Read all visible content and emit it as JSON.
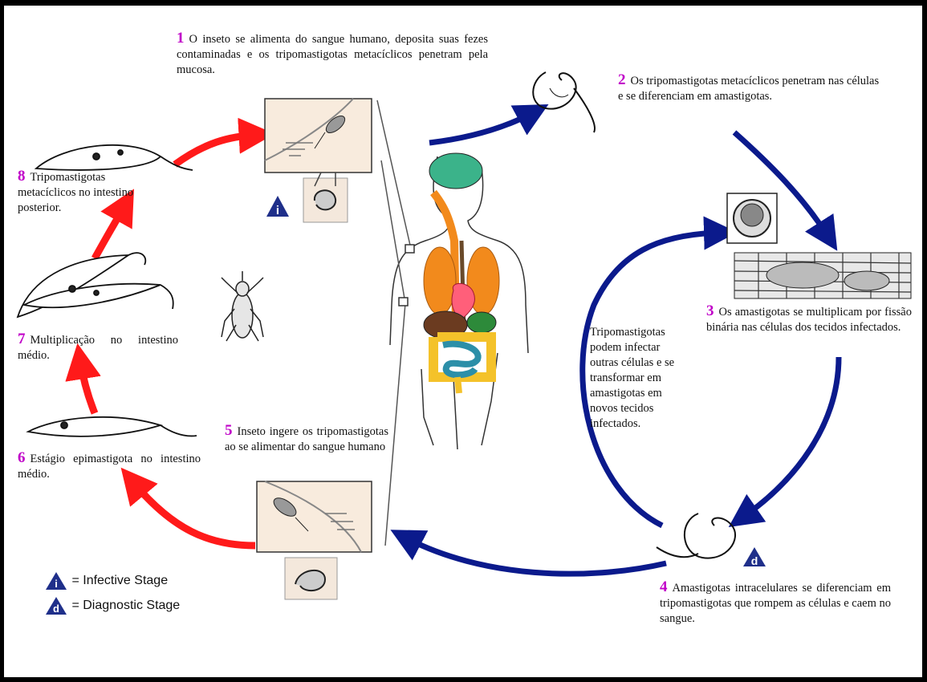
{
  "steps": [
    {
      "n": "1",
      "text": "O inseto se alimenta do sangue humano, deposita suas fezes contaminadas e os tripomastigotas metacíclicos penetram pela mucosa."
    },
    {
      "n": "2",
      "text": "Os tripomastigotas metacíclicos penetram nas células e se diferenciam em amastigotas."
    },
    {
      "n": "3",
      "text": "Os amastigotas se multiplicam por fissão binária nas células dos tecidos infectados."
    },
    {
      "n": "4",
      "text": "Amastigotas intracelulares se diferenciam em tripomastigotas que rompem as células e caem no sangue."
    },
    {
      "n": "5",
      "text": "Inseto ingere os tripomastigotas ao se alimentar do sangue humano"
    },
    {
      "n": "6",
      "text": "Estágio epimastigota no intestino médio."
    },
    {
      "n": "7",
      "text": "Multiplicação no intestino médio."
    },
    {
      "n": "8",
      "text": "Tripomastigotas metacíclicos no intestino posterior."
    }
  ],
  "side_note": "Tripomastigotas podem infectar outras células e se transformar em amastigotas em novos tecidos infectados.",
  "legend": {
    "infective_letter": "i",
    "infective_label": "= Infective Stage",
    "diagnostic_letter": "d",
    "diagnostic_label": "= Diagnostic Stage"
  },
  "badges": {
    "infective": "i",
    "diagnostic": "d"
  },
  "colors": {
    "human_arrows": "#0b1a8c",
    "vector_arrows": "#ff1a1a",
    "step_numbers": "#c000c8",
    "badge": "#1f2f8a"
  }
}
